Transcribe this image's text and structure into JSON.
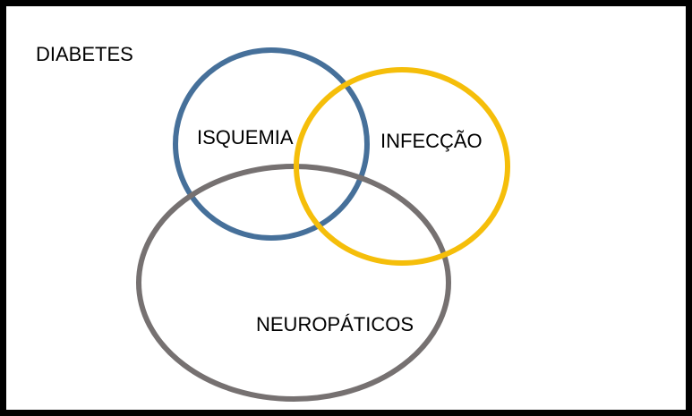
{
  "diagram": {
    "container_label": "DIABETES",
    "sets": [
      {
        "id": "isquemia",
        "label": "ISQUEMIA",
        "color": "#46709A"
      },
      {
        "id": "infeccao",
        "label": "INFECÇÃO",
        "color": "#F5BE0A"
      },
      {
        "id": "neuropaticos",
        "label": "NEUROPÁTICOS",
        "color": "#767171"
      }
    ]
  }
}
